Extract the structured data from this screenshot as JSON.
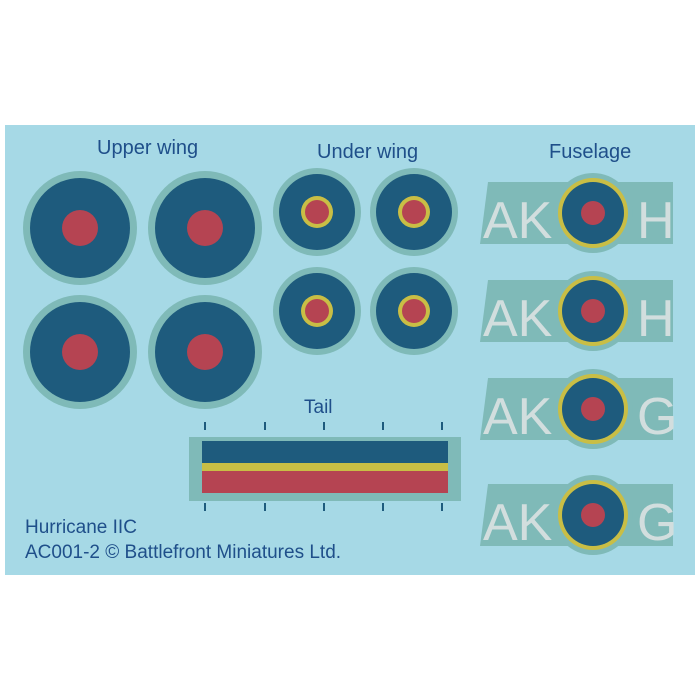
{
  "sheet": {
    "headings": {
      "upper_wing": "Upper wing",
      "under_wing": "Under wing",
      "fuselage": "Fuselage",
      "tail": "Tail"
    },
    "aircraft": "Hurricane IIC",
    "product_line": "AC001-2  © Battlefront Miniatures Ltd."
  },
  "fuselage_codes": [
    {
      "left": "AK",
      "right": "H"
    },
    {
      "left": "AK",
      "right": "H"
    },
    {
      "left": "AK",
      "right": "G"
    },
    {
      "left": "AK",
      "right": "G"
    }
  ],
  "colors": {
    "sheet_bg": "#a6d9e6",
    "decal_border": "#7fbab8",
    "roundel_blue": "#1e5b7d",
    "roundel_red": "#b54452",
    "roundel_yellow": "#c9be45",
    "code_letters": "#d2dede",
    "text": "#1f4f8a"
  }
}
